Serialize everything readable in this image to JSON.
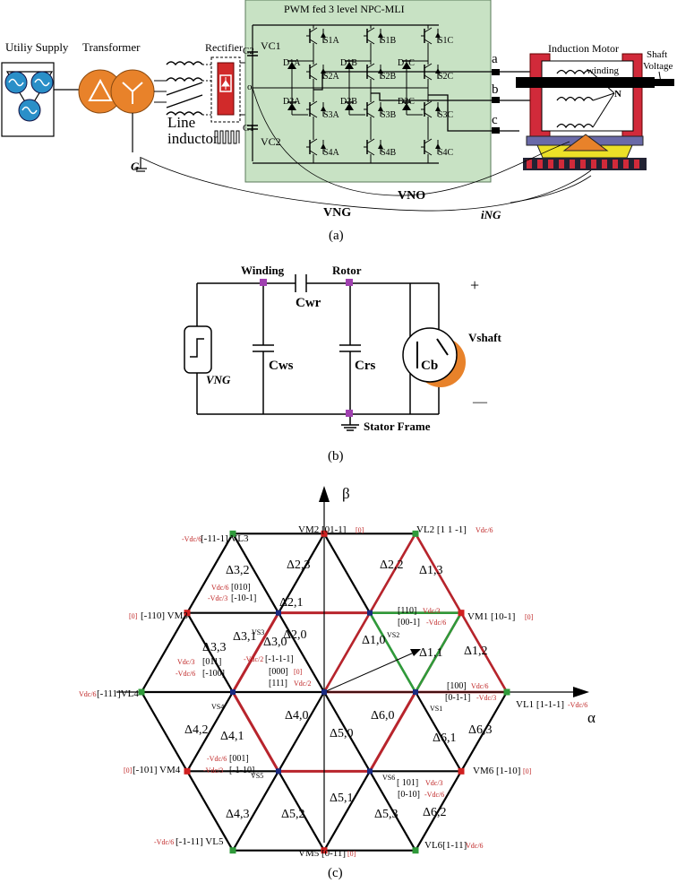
{
  "panel_a": {
    "utility_supply": "Utiliy Supply",
    "transformer": "Transformer",
    "rectifier": "Rectifier",
    "line_inductor_1": "Line",
    "line_inductor_2": "inductor",
    "inverter_title": "PWM fed 3 level NPC-MLI",
    "motor_title": "Induction Motor",
    "winding": "winding",
    "shaft_1": "Shaft",
    "shaft_2": "Voltage",
    "ground_g": "G",
    "node_o": "o",
    "vc1": "VC1",
    "vc2": "VC2",
    "c1": "C1",
    "c2": "C2",
    "phases": [
      "a",
      "b",
      "c"
    ],
    "switches_top": [
      "S1A",
      "S1B",
      "S1C"
    ],
    "switches_2": [
      "S2A",
      "S2B",
      "S2C"
    ],
    "switches_3": [
      "S3A",
      "S3B",
      "S3C"
    ],
    "switches_4": [
      "S4A",
      "S4B",
      "S4C"
    ],
    "diodes_1": [
      "D1A",
      "D1B",
      "D1C"
    ],
    "diodes_2": [
      "D2A",
      "D2B",
      "D2C"
    ],
    "node_n": "N",
    "vno": "VNO",
    "vng": "VNG",
    "ing": "iNG",
    "caption": "(a)"
  },
  "panel_b": {
    "winding": "Winding",
    "rotor": "Rotor",
    "cwr": "Cwr",
    "cws": "Cws",
    "crs": "Crs",
    "cb": "Cb",
    "vng": "VNG",
    "vshaft": "Vshaft",
    "plus": "+",
    "minus": "—",
    "stator": "Stator Frame",
    "caption": "(b)"
  },
  "panel_c": {
    "beta": "β",
    "alpha": "α",
    "caption": "(c)",
    "vertex_labels": {
      "m2": "VM2 [01-1]",
      "m2_tag": "[0]",
      "l2": "VL2 [1 1 -1]",
      "l2_tag": "Vdc/6",
      "l3_tag": "-Vdc/6",
      "l3": "[-11-1] VL3",
      "m3_tag": "[0]",
      "m3": "[-110] VM3",
      "m1": "VM1 [10-1]",
      "m1_tag": "[0]",
      "l4_tag": "Vdc/6",
      "l4": "[-111]VL4",
      "l1": "VL1 [1-1-1]",
      "l1_tag": "-Vdc/6",
      "m4_tag": "[0]",
      "m4": "[-101] VM4",
      "m6": "VM6 [1-10]",
      "m6_tag": "[0]",
      "l5_tag": "-Vdc/6",
      "l5": "[-1-11] VL5",
      "m5": "VM5 [0-11]",
      "m5_tag": "[0]",
      "l6": "VL6[1-11]",
      "l6_tag": "Vdc/6"
    },
    "small_labels": {
      "s1": "VS1",
      "s2": "VS2",
      "s3": "VS3",
      "s4": "VS4",
      "s5": "VS5",
      "s6": "VS6"
    },
    "triangles": [
      "Δ2,3",
      "Δ2,2",
      "Δ3,2",
      "Δ1,3",
      "Δ2,1",
      "Δ2,0",
      "Δ3,1",
      "Δ3,0",
      "Δ1,0",
      "Δ1,1",
      "Δ1,2",
      "Δ3,3",
      "Δ4,2",
      "Δ4,0",
      "Δ5,0",
      "Δ6,0",
      "Δ6,3",
      "Δ4,1",
      "Δ6,1",
      "Δ4,3",
      "Δ5,2",
      "Δ5,1",
      "Δ5,3",
      "Δ6,2"
    ],
    "state_groups": {
      "s3_tag1": "Vdc/6",
      "s3_st1": "[010]",
      "s3_tag2": "-Vdc/3",
      "s3_st2": "[-10-1]",
      "s2_st1": "[110]",
      "s2_tag1": "Vdc/3",
      "s2_st2": "[00-1]",
      "s2_tag2": "-Vdc/6",
      "s4_tag1": "Vdc/3",
      "s4_st1": "[011]",
      "s4_tag2": "-Vdc/6",
      "s4_st2": "[-100]",
      "c_tag1": "-Vdc/2",
      "c_st1": "[-1-1-1]",
      "c_st2": "[000]",
      "c_tag2": "[0]",
      "c_st3": "[111]",
      "c_tag3": "Vdc/2",
      "s1_st1": "[100]",
      "s1_tag1": "Vdc/6",
      "s1_st2": "[0-1-1]",
      "s1_tag2": "-Vdc/3",
      "s5_tag1": "-Vdc/6",
      "s5_st1": "[001]",
      "s5_tag2": "-Vdc/3",
      "s5_st2": "[-1-10]",
      "s6_st1": "[ 101]",
      "s6_tag1": "Vdc/3",
      "s6_st2": "[0-10]",
      "s6_tag2": "-Vdc/6"
    }
  }
}
